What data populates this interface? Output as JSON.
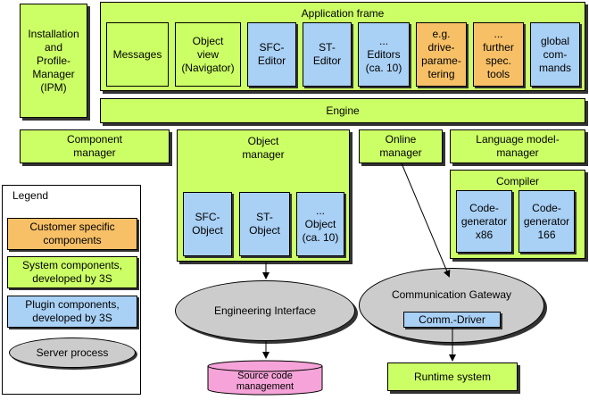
{
  "ipm": "Installation\nand\nProfile-\nManager\n(IPM)",
  "app_frame": {
    "title": "Application frame",
    "items": [
      "Messages",
      "Object\nview\n(Navigator)",
      "SFC-\nEditor",
      "ST-\nEditor",
      "...\nEditors\n(ca. 10)",
      "e.g.\ndrive-\nparame-\ntering",
      "...\nfurther\nspec.\ntools",
      "global\ncom-\nmands"
    ]
  },
  "engine": "Engine",
  "component_manager": "Component\nmanager",
  "object_manager": {
    "title": "Object\nmanager",
    "items": [
      "SFC-\nObject",
      "ST-\nObject",
      "...\nObject\n(ca. 10)"
    ]
  },
  "online_manager": "Online\nmanager",
  "language_manager": "Language model-\nmanager",
  "compiler": {
    "title": "Compiler",
    "items": [
      "Code-\ngenerator\nx86",
      "Code-\ngenerator\n166"
    ]
  },
  "legend": {
    "title": "Legend",
    "customer": "Customer specific\ncomponents",
    "system": "System components,\ndeveloped by 3S",
    "plugin": "Plugin components,\ndeveloped by 3S",
    "server": "Server process"
  },
  "engineering_interface": "Engineering Interface",
  "communication_gateway": "Communication Gateway",
  "comm_driver": "Comm.-Driver",
  "source_code": "Source code\nmanagement",
  "runtime_system": "Runtime system",
  "colors": {
    "system": "#ccff66",
    "plugin": "#a9d0f5",
    "customer": "#f7c067",
    "server": "#cccccc",
    "database": "#f5a3d8"
  }
}
